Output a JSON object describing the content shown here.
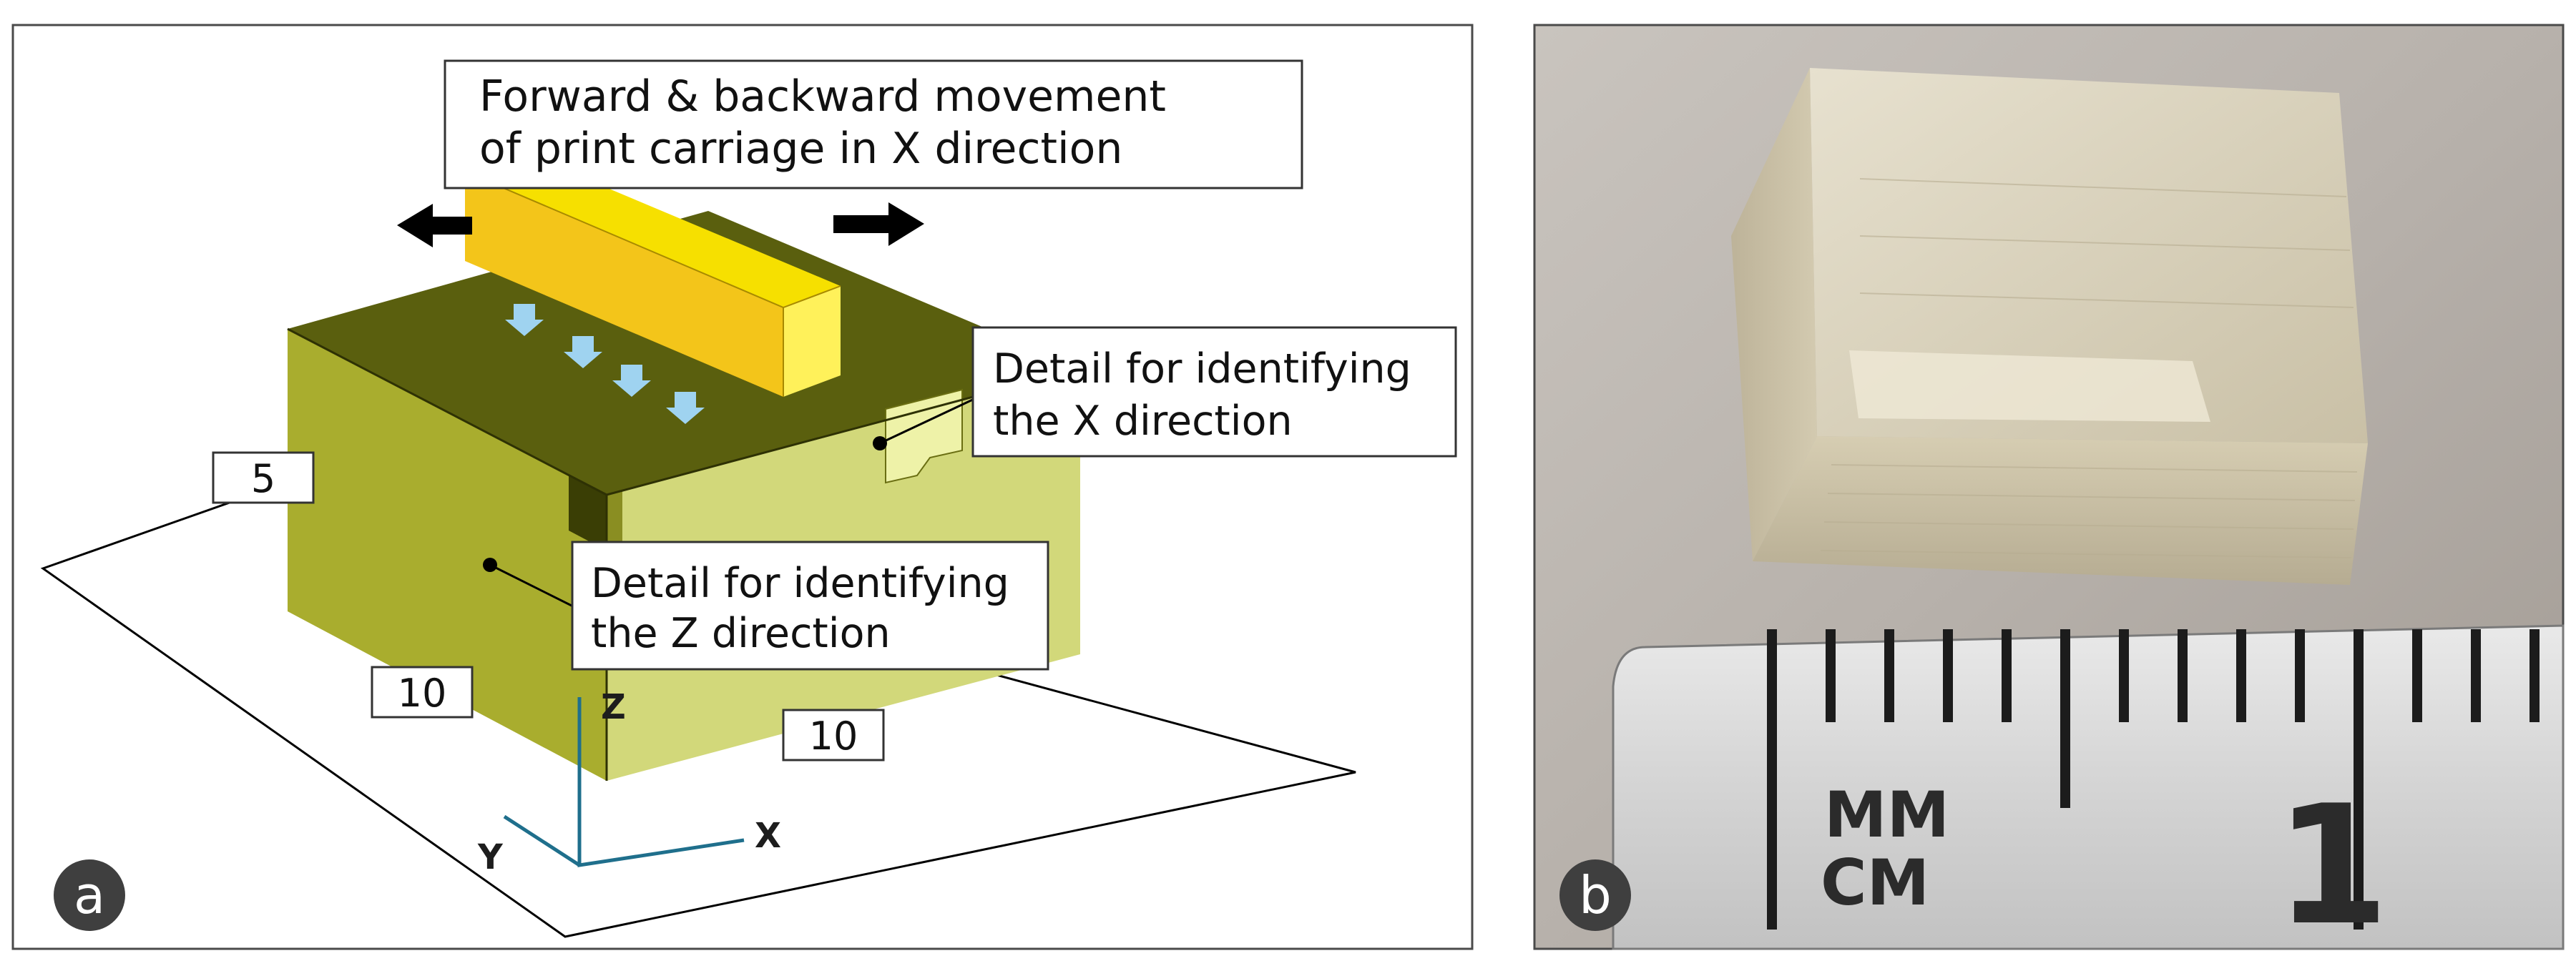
{
  "panel_a": {
    "badge": "a",
    "carriage_callout_line1": "Forward & backward movement",
    "carriage_callout_line2": "of print carriage in X direction",
    "x_detail_line1": "Detail for identifying",
    "x_detail_line2": "the X direction",
    "z_detail_line1": "Detail for identifying",
    "z_detail_line2": "the Z direction",
    "dim_height": "5",
    "dim_depth": "10",
    "dim_width": "10",
    "axis_x": "X",
    "axis_y": "Y",
    "axis_z": "Z"
  },
  "panel_b": {
    "badge": "b",
    "ruler_mm": "MM",
    "ruler_cm": "CM",
    "ruler_number": "1"
  },
  "colors": {
    "part_top": "#5a5f0e",
    "part_front": "#a9ad2e",
    "part_side": "#d2d87a",
    "carriage_top": "#f6e000",
    "carriage_front": "#f3c51a",
    "carriage_end": "#fff15a",
    "arrow_blue": "#9fd3f0",
    "badge_bg": "#3f3f3f",
    "axis_blue": "#1f6f8c"
  }
}
